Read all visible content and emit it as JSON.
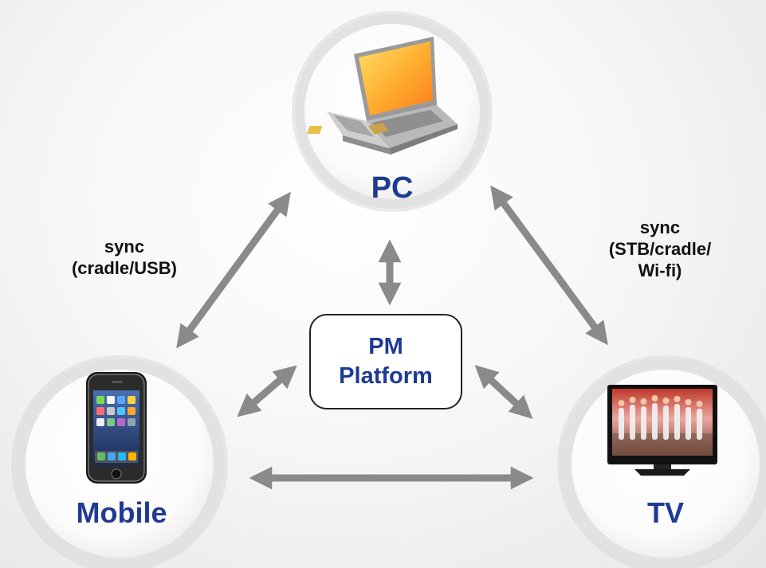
{
  "nodes": {
    "pc": {
      "label": "PC",
      "icon": "laptop-icon"
    },
    "mobile": {
      "label": "Mobile",
      "icon": "smartphone-icon"
    },
    "tv": {
      "label": "TV",
      "icon": "television-icon"
    }
  },
  "hub": {
    "line1": "PM",
    "line2": "Platform"
  },
  "edge_labels": {
    "pc_mobile": {
      "line1": "sync",
      "line2": "(cradle/USB)"
    },
    "pc_tv": {
      "line1": "sync",
      "line2": "(STB/cradle/",
      "line3": "Wi-fi)"
    }
  },
  "colors": {
    "label_blue": "#1f3a93",
    "arrow_gray": "#8a8a8a",
    "ring_gray": "#dcdcdc"
  }
}
